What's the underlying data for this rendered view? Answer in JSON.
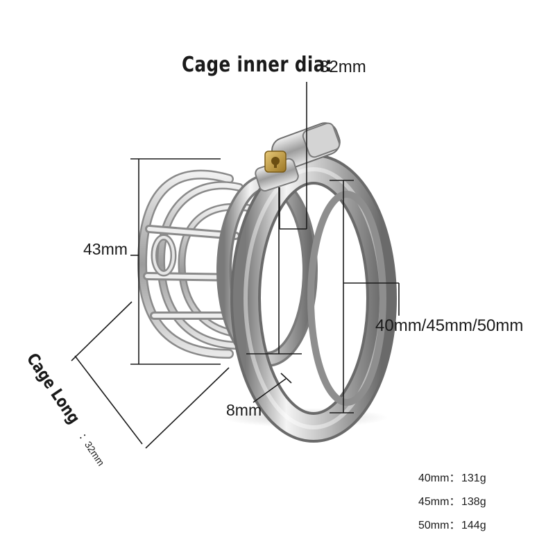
{
  "labels": {
    "inner_dia_label": "Cage inner dia:",
    "inner_dia_value": "32mm",
    "height": "43mm",
    "ring_sizes": "40mm/45mm/50mm",
    "thickness": "8mm",
    "cage_long_label": "Cage Long",
    "cage_long_value": "：32mm"
  },
  "weights": [
    {
      "size": "40mm：",
      "weight": "131g"
    },
    {
      "size": "45mm：",
      "weight": "138g"
    },
    {
      "size": "50mm：",
      "weight": "144g"
    }
  ],
  "colors": {
    "metal_light": "#f2f2f2",
    "metal_mid": "#b8b8b8",
    "metal_dark": "#6e6e6e",
    "brass": "#c9a24a",
    "line": "#1a1a1a"
  },
  "icons": {
    "product": "steel-cage-product-image",
    "lock": "brass-lock-icon"
  }
}
